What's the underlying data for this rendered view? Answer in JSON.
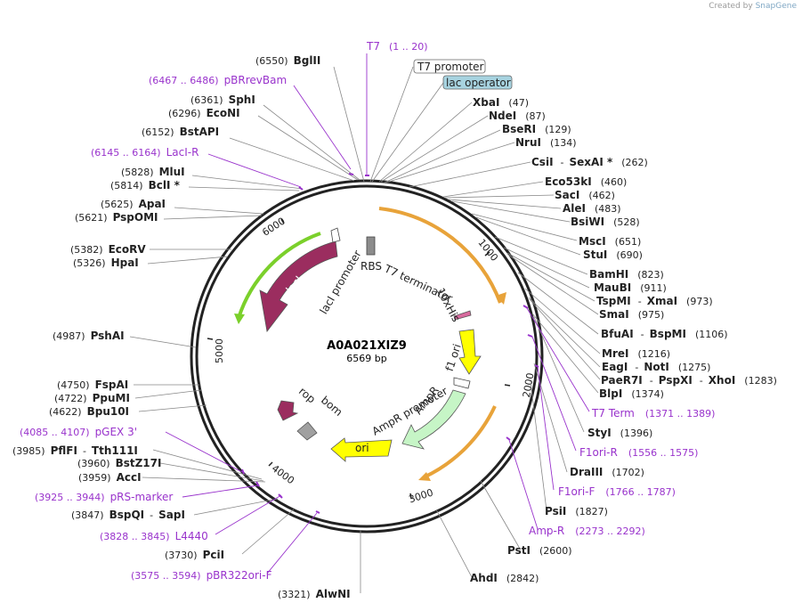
{
  "credit": {
    "prefix": "Created by",
    "brand": "SnapGene"
  },
  "plasmid": {
    "name": "A0A021XIZ9",
    "size": "6569 bp"
  },
  "scale": [
    "1000",
    "2000",
    "3000",
    "4000",
    "5000",
    "6000"
  ],
  "features": [
    {
      "id": "laci",
      "label": "lacI",
      "color": "#9b2d5f"
    },
    {
      "id": "laci-promoter",
      "label": "lacI promoter",
      "color": "#ffffff"
    },
    {
      "id": "rbs",
      "label": "RBS",
      "color": "#8c8c8c"
    },
    {
      "id": "t7-terminator",
      "label": "T7 terminator",
      "color": "#ffffff"
    },
    {
      "id": "his10",
      "label": "10xHis",
      "color": "#d86a9e"
    },
    {
      "id": "f1-ori",
      "label": "f1 ori",
      "color": "#ffff00"
    },
    {
      "id": "ampr-promoter",
      "label": "AmpR promoter",
      "color": "#ffffff"
    },
    {
      "id": "ampr",
      "label": "AmpR",
      "color": "#c6f5c6"
    },
    {
      "id": "ori",
      "label": "ori",
      "color": "#ffff00"
    },
    {
      "id": "rop",
      "label": "rop",
      "color": "#9b2d5f"
    },
    {
      "id": "bom",
      "label": "bom",
      "color": "#a0a0a0"
    }
  ],
  "site_labels": [
    {
      "pos": "(6550)",
      "name": "BglII"
    },
    {
      "pos": "(6361)",
      "name": "SphI"
    },
    {
      "pos": "(6296)",
      "name": "EcoNI"
    },
    {
      "pos": "(6152)",
      "name": "BstAPI"
    },
    {
      "pos": "(5828)",
      "name": "MluI"
    },
    {
      "pos": "(5814)",
      "name": "BclI *"
    },
    {
      "pos": "(5625)",
      "name": "ApaI"
    },
    {
      "pos": "(5621)",
      "name": "PspOMI"
    },
    {
      "pos": "(5382)",
      "name": "EcoRV"
    },
    {
      "pos": "(5326)",
      "name": "HpaI"
    },
    {
      "pos": "(4987)",
      "name": "PshAI"
    },
    {
      "pos": "(4750)",
      "name": "FspAI"
    },
    {
      "pos": "(4722)",
      "name": "PpuMI"
    },
    {
      "pos": "(4622)",
      "name": "Bpu10I"
    },
    {
      "pos": "(3985)",
      "name": "PflFI",
      "name2": "Tth111I"
    },
    {
      "pos": "(3960)",
      "name": "BstZ17I"
    },
    {
      "pos": "(3959)",
      "name": "AccI"
    },
    {
      "pos": "(3847)",
      "name": "BspQI",
      "name2": "SapI"
    },
    {
      "pos": "(3730)",
      "name": "PciI"
    },
    {
      "pos": "(3321)",
      "name": "AlwNI"
    },
    {
      "name": "XbaI",
      "pos": "(47)"
    },
    {
      "name": "NdeI",
      "pos": "(87)"
    },
    {
      "name": "BseRI",
      "pos": "(129)"
    },
    {
      "name": "NruI",
      "pos": "(134)"
    },
    {
      "name": "CsiI",
      "name2": "SexAI *",
      "pos": "(262)"
    },
    {
      "name": "Eco53kI",
      "pos": "(460)"
    },
    {
      "name": "SacI",
      "pos": "(462)"
    },
    {
      "name": "AleI",
      "pos": "(483)"
    },
    {
      "name": "BsiWI",
      "pos": "(528)"
    },
    {
      "name": "MscI",
      "pos": "(651)"
    },
    {
      "name": "StuI",
      "pos": "(690)"
    },
    {
      "name": "BamHI",
      "pos": "(823)"
    },
    {
      "name": "MauBI",
      "pos": "(911)"
    },
    {
      "name": "TspMI",
      "name2": "XmaI",
      "pos": "(973)"
    },
    {
      "name": "SmaI",
      "pos": "(975)"
    },
    {
      "name": "BfuAI",
      "name2": "BspMI",
      "pos": "(1106)"
    },
    {
      "name": "MreI",
      "pos": "(1216)"
    },
    {
      "name": "EagI",
      "name2": "NotI",
      "pos": "(1275)"
    },
    {
      "name": "PaeR7I",
      "name2": "PspXI",
      "name3": "XhoI",
      "pos": "(1283)"
    },
    {
      "name": "BlpI",
      "pos": "(1374)"
    },
    {
      "name": "StyI",
      "pos": "(1396)"
    },
    {
      "name": "DraIII",
      "pos": "(1702)"
    },
    {
      "name": "PsiI",
      "pos": "(1827)"
    },
    {
      "name": "PstI",
      "pos": "(2600)"
    },
    {
      "name": "AhdI",
      "pos": "(2842)"
    }
  ],
  "primer_labels": [
    {
      "name": "T7",
      "range": "(1 .. 20)"
    },
    {
      "range": "(6467 .. 6486)",
      "name": "pBRrevBam"
    },
    {
      "range": "(6145 .. 6164)",
      "name": "LacI-R"
    },
    {
      "range": "(4085 .. 4107)",
      "name": "pGEX 3'"
    },
    {
      "range": "(3925 .. 3944)",
      "name": "pRS-marker"
    },
    {
      "range": "(3828 .. 3845)",
      "name": "L4440"
    },
    {
      "range": "(3575 .. 3594)",
      "name": "pBR322ori-F"
    },
    {
      "name": "T7 Term",
      "range": "(1371 .. 1389)"
    },
    {
      "name": "F1ori-R",
      "range": "(1556 .. 1575)"
    },
    {
      "name": "F1ori-F",
      "range": "(1766 .. 1787)"
    },
    {
      "name": "Amp-R",
      "range": "(2273 .. 2292)"
    }
  ],
  "boxed_labels": [
    {
      "name": "T7 promoter",
      "color": "#ffffff"
    },
    {
      "name": "lac operator",
      "color": "#a7d3e0"
    }
  ],
  "colors": {
    "primer": "#9933cc",
    "backbone": "#222222",
    "ring_orange": "#e8a33a",
    "ring_green": "#7bd02b"
  }
}
